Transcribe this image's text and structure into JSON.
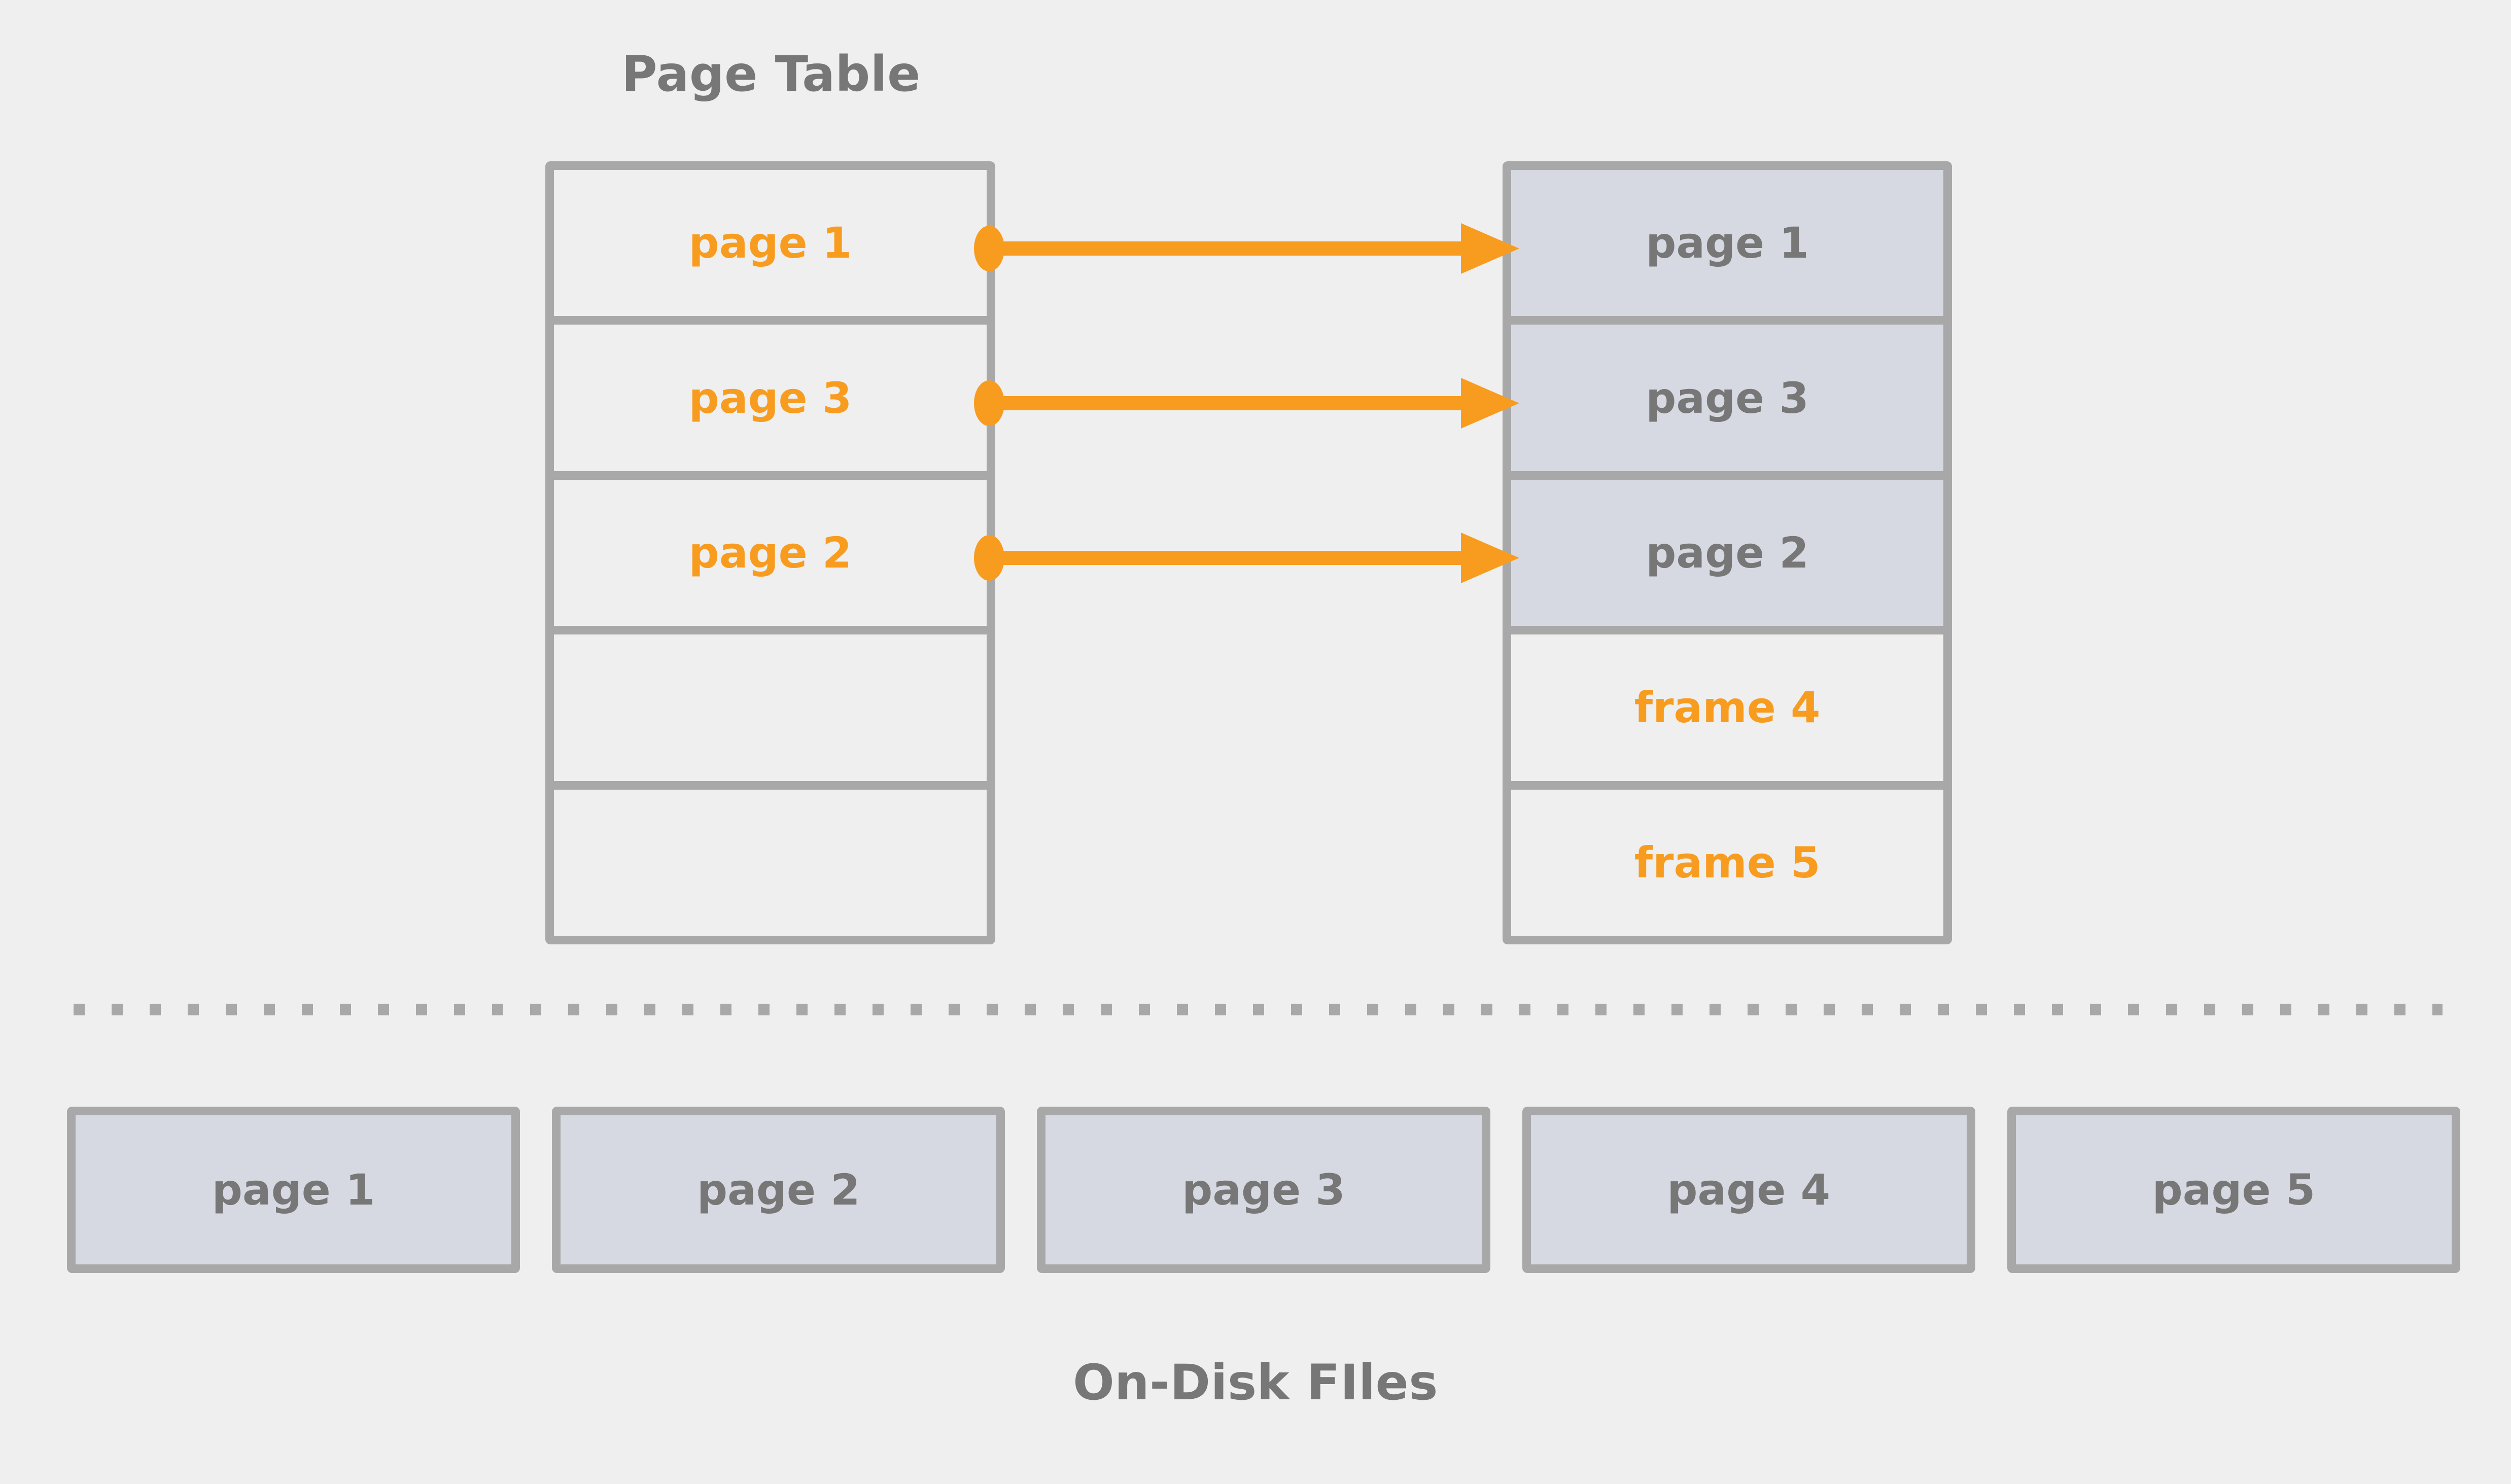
{
  "background_color": "#efefef",
  "accent_color": "#f89c20",
  "border_color": "#a8a8a8",
  "fill_color": "#d6d9e2",
  "text_gray": "#777777",
  "titles": {
    "page_table": "Page Table",
    "on_disk": "On-Disk FIles"
  },
  "page_table": {
    "rows": [
      {
        "label": "page 1",
        "style": "orange",
        "mapped": true
      },
      {
        "label": "page 3",
        "style": "orange",
        "mapped": true
      },
      {
        "label": "page 2",
        "style": "orange",
        "mapped": true
      },
      {
        "label": "",
        "style": "empty",
        "mapped": false
      },
      {
        "label": "",
        "style": "empty",
        "mapped": false
      }
    ]
  },
  "memory": {
    "rows": [
      {
        "label": "page 1",
        "style": "gray-filled"
      },
      {
        "label": "page 3",
        "style": "gray-filled"
      },
      {
        "label": "page 2",
        "style": "gray-filled"
      },
      {
        "label": "frame 4",
        "style": "orange"
      },
      {
        "label": "frame 5",
        "style": "orange"
      }
    ]
  },
  "mappings": [
    {
      "from": "page 1",
      "to": "page 1",
      "row": 0
    },
    {
      "from": "page 3",
      "to": "page 3",
      "row": 1
    },
    {
      "from": "page 2",
      "to": "page 2",
      "row": 2
    }
  ],
  "disk": {
    "boxes": [
      "page 1",
      "page 2",
      "page 3",
      "page 4",
      "page 5"
    ]
  }
}
